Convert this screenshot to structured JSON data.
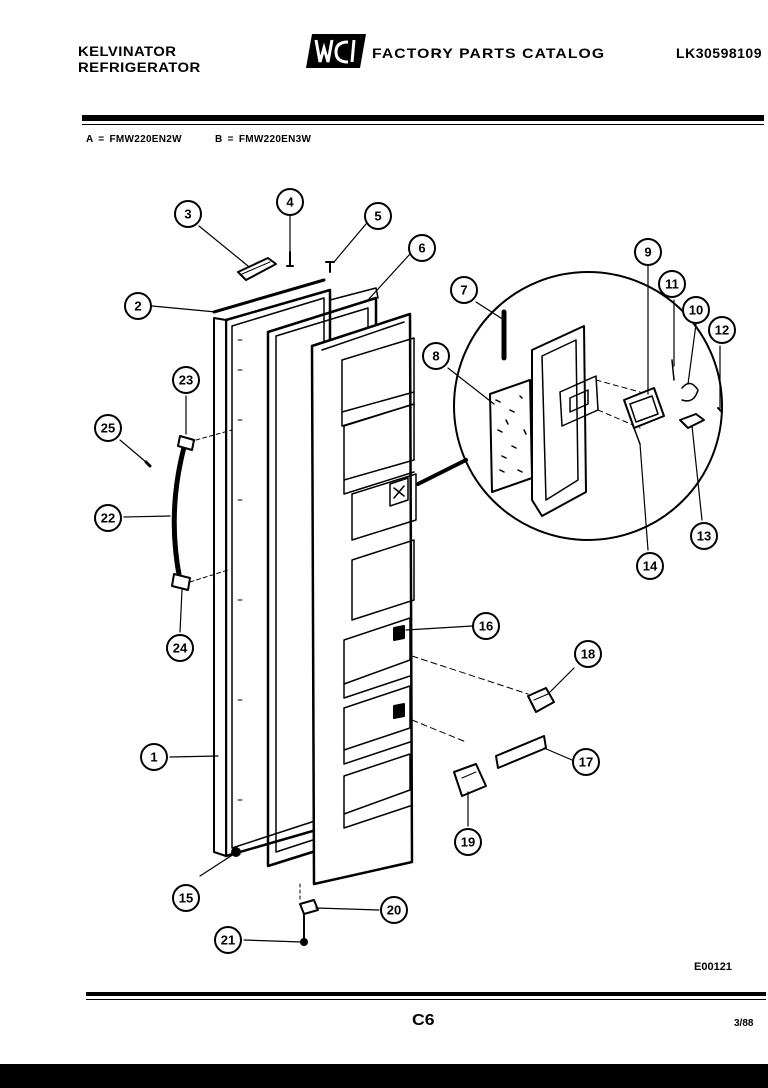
{
  "header": {
    "brand_line1": "KELVINATOR",
    "brand_line2": "REFRIGERATOR",
    "title": "FACTORY PARTS CATALOG",
    "doc_number": "LK30598109"
  },
  "models": {
    "a": "A = FMW220EN2W",
    "b": "B = FMW220EN3W"
  },
  "callouts": [
    {
      "id": "1",
      "label": "1"
    },
    {
      "id": "2",
      "label": "2"
    },
    {
      "id": "3",
      "label": "3"
    },
    {
      "id": "4",
      "label": "4"
    },
    {
      "id": "5",
      "label": "5"
    },
    {
      "id": "6",
      "label": "6"
    },
    {
      "id": "7",
      "label": "7"
    },
    {
      "id": "8",
      "label": "8"
    },
    {
      "id": "9",
      "label": "9"
    },
    {
      "id": "10",
      "label": "10"
    },
    {
      "id": "11",
      "label": "11"
    },
    {
      "id": "12",
      "label": "12"
    },
    {
      "id": "13",
      "label": "13"
    },
    {
      "id": "14",
      "label": "14"
    },
    {
      "id": "15",
      "label": "15"
    },
    {
      "id": "16",
      "label": "16"
    },
    {
      "id": "17",
      "label": "17"
    },
    {
      "id": "18",
      "label": "18"
    },
    {
      "id": "19",
      "label": "19"
    },
    {
      "id": "20",
      "label": "20"
    },
    {
      "id": "21",
      "label": "21"
    },
    {
      "id": "22",
      "label": "22"
    },
    {
      "id": "23",
      "label": "23"
    },
    {
      "id": "24",
      "label": "24"
    },
    {
      "id": "25",
      "label": "25"
    }
  ],
  "footer": {
    "ref_code": "E00121",
    "page": "C6",
    "date": "3/88"
  },
  "colors": {
    "ink": "#000000",
    "paper": "#ffffff"
  }
}
